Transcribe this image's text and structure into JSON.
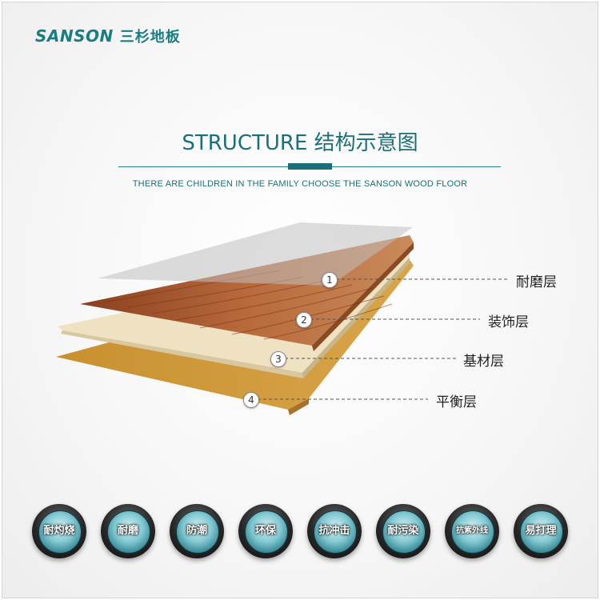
{
  "brand": {
    "name_en": "SANSON",
    "name_cn": "三杉地板",
    "color": "#1a7d83"
  },
  "header": {
    "title": "STRUCTURE 结构示意图",
    "subtitle": "THERE ARE CHILDREN IN THE FAMILY CHOOSE THE SANSON WOOD FLOOR"
  },
  "layers": [
    {
      "number": "1",
      "label": "耐磨层"
    },
    {
      "number": "2",
      "label": "装饰层"
    },
    {
      "number": "3",
      "label": "基材层"
    },
    {
      "number": "4",
      "label": "平衡层"
    }
  ],
  "features": [
    "耐灼烧",
    "耐磨",
    "防潮",
    "环保",
    "抗冲击",
    "耐污染",
    "抗紫外线",
    "易打理"
  ]
}
